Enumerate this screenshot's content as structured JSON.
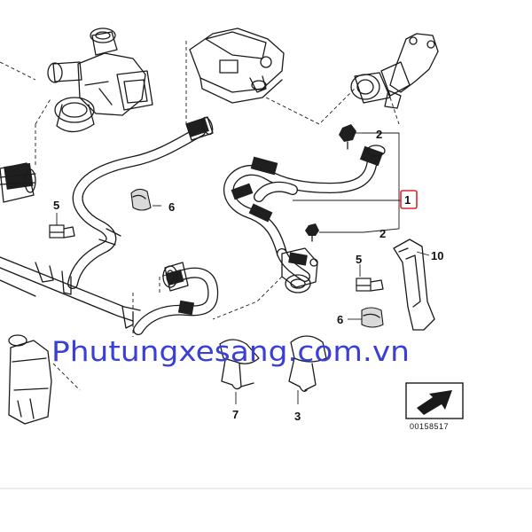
{
  "callouts": {
    "c1": "1",
    "c2a": "2",
    "c2b": "2",
    "c3": "3",
    "c5a": "5",
    "c5b": "5",
    "c6a": "6",
    "c6b": "6",
    "c7": "7",
    "c10": "10"
  },
  "reference_number": "00158517",
  "watermark": "Phutungxesang.com.vn",
  "colors": {
    "line": "#1a1a1a",
    "highlight_box": "#e0242c",
    "watermark": "#3a3fd6"
  }
}
